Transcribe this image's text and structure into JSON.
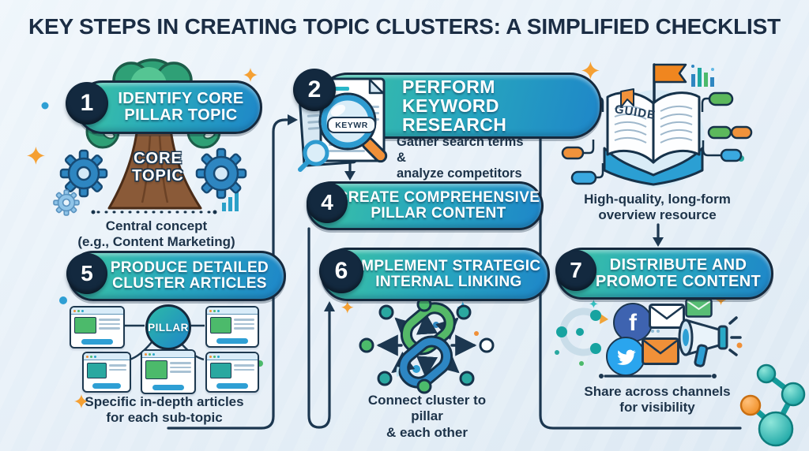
{
  "title": "KEY STEPS IN CREATING TOPIC CLUSTERS: A SIMPLIFIED CHECKLIST",
  "colors": {
    "navy": "#1c3750",
    "teal": "#2bbfa4",
    "blue": "#1f8ccd",
    "green": "#52b868",
    "orange": "#f0923b",
    "lightblue": "#cfe6f4",
    "bg": "#e9f1f8"
  },
  "steps": [
    {
      "number": "1",
      "lines": [
        "IDENTIFY CORE",
        "PILLAR TOPIC"
      ],
      "caption1": "Central concept",
      "caption2": "(e.g., Content Marketing)"
    },
    {
      "number": "2",
      "lines": [
        "PERFORM",
        "KEYWORD",
        "RESEARCH"
      ],
      "caption1": "Gather search terms &",
      "caption2": "analyze competitors"
    },
    {
      "number": "4",
      "lines": [
        "CREATE COMPREHENSIVE",
        "PILLAR CONTENT"
      ]
    },
    {
      "number": "5",
      "lines": [
        "PRODUCE DETAILED",
        "CLUSTER ARTICLES"
      ],
      "caption1": "Specific in-depth articles",
      "caption2": "for each sub-topic"
    },
    {
      "number": "6",
      "lines": [
        "IMPLEMENT STRATEGIC",
        "INTERNAL LINKING"
      ],
      "caption1": "Connect cluster to pillar",
      "caption2": "& each other"
    },
    {
      "number": "7",
      "lines": [
        "DISTRIBUTE AND",
        "PROMOTE CONTENT"
      ],
      "caption1": "Share across channels",
      "caption2": "for visibility"
    }
  ],
  "book": {
    "label": "GUIDE",
    "caption1": "High-quality, long-form",
    "caption2": "overview resource"
  },
  "art": {
    "tree_label_lines": [
      "CORE",
      "TOPIC"
    ],
    "lens_label": "KEYWR",
    "pillar_label": "PILLAR",
    "facebook_letter": "f"
  }
}
